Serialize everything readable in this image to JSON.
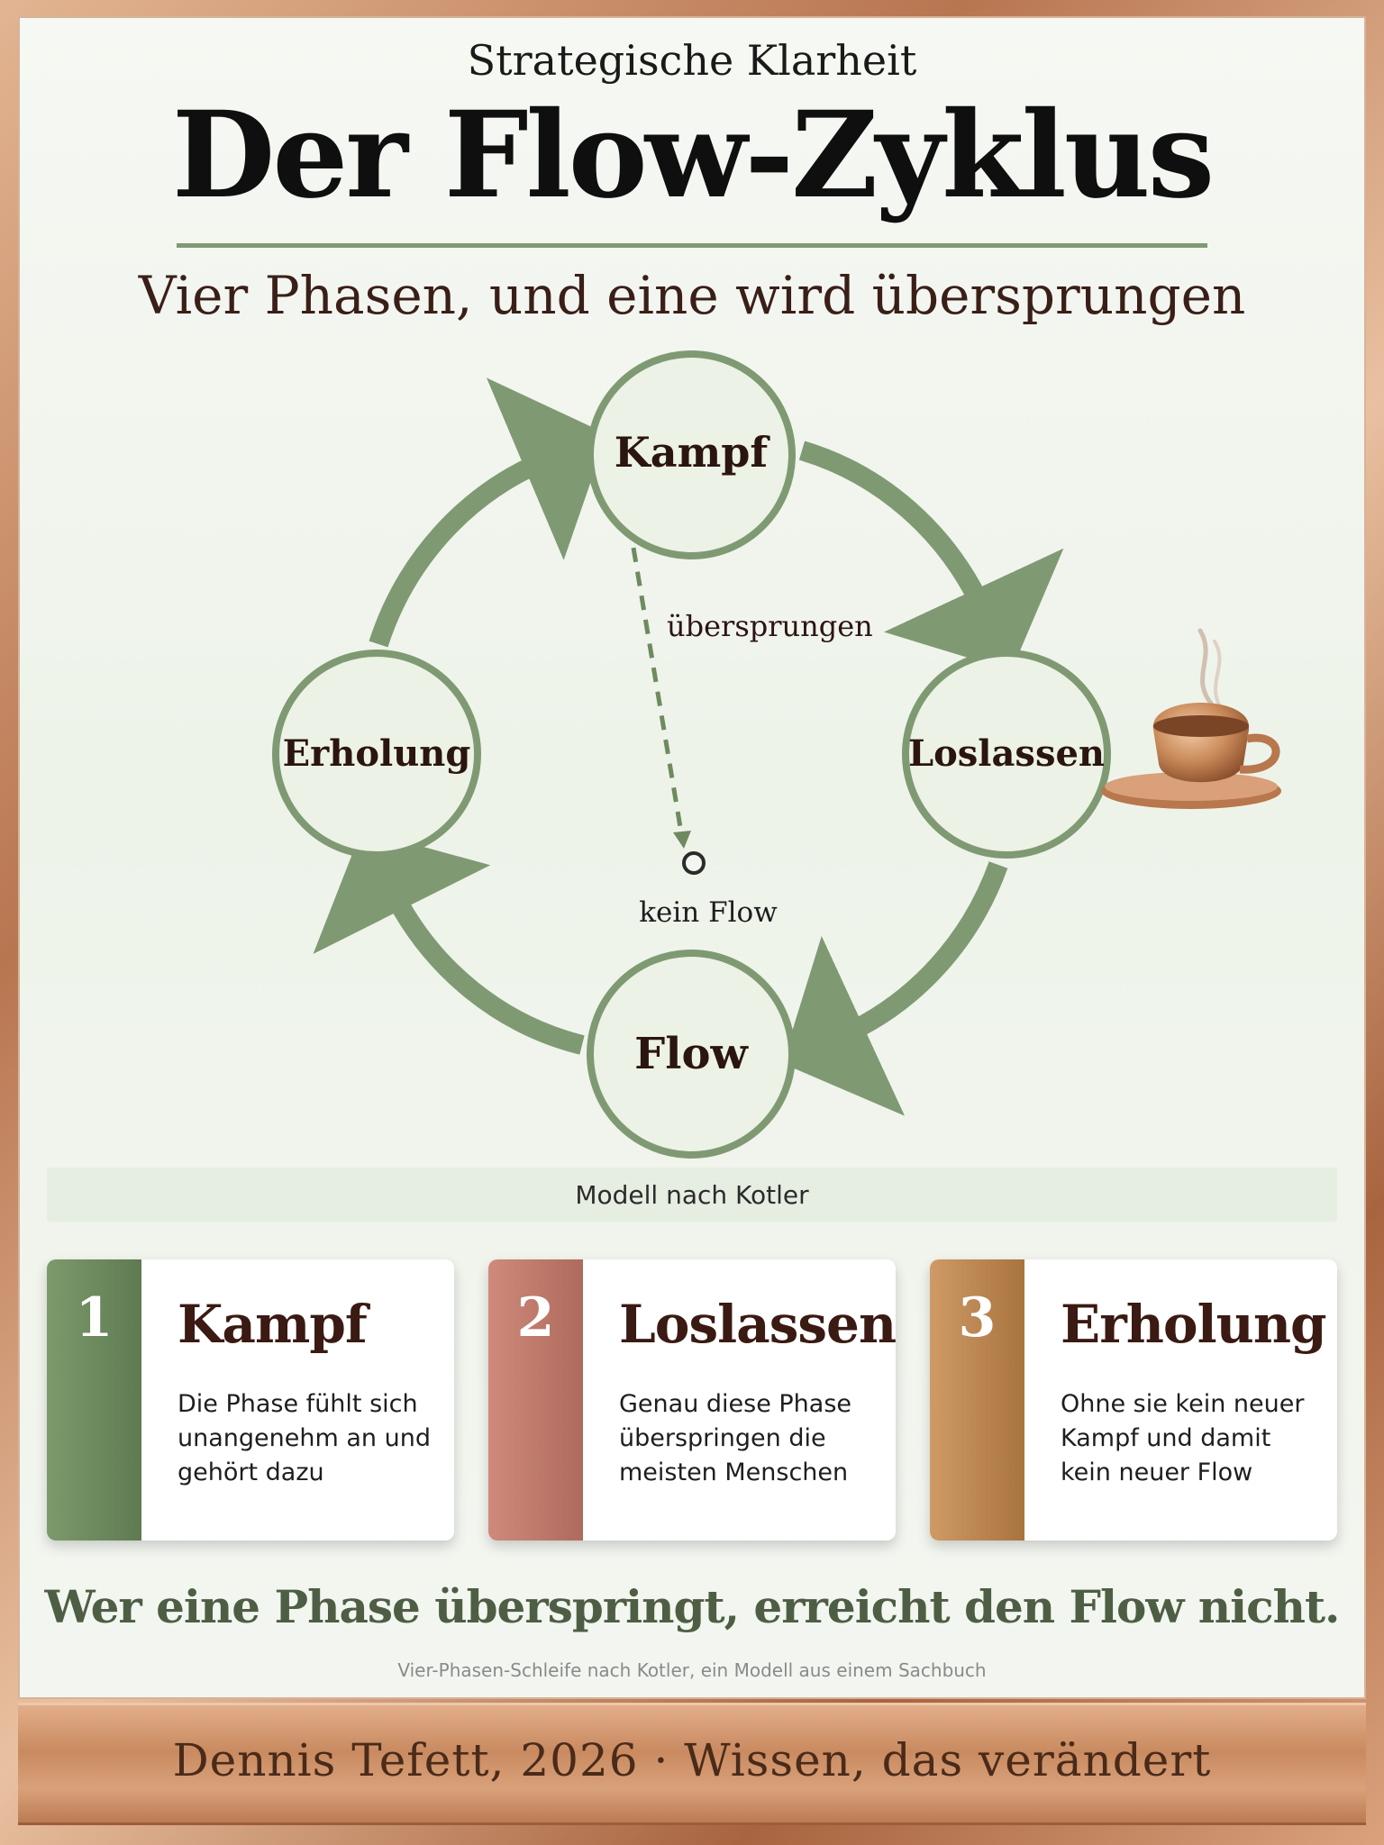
{
  "header": {
    "kicker": "Strategische Klarheit",
    "title": "Der Flow-Zyklus",
    "subtitle": "Vier Phasen, und eine wird übersprungen"
  },
  "diagram": {
    "nodes": [
      {
        "label": "Kampf"
      },
      {
        "label": "Loslassen"
      },
      {
        "label": "Flow"
      },
      {
        "label": "Erholung"
      }
    ],
    "skip_label": "übersprungen",
    "dead_end_label": "kein Flow",
    "caption": "Modell nach Kotler",
    "icon": "coffee-cup-icon",
    "colors": {
      "ring": "#7f9a73",
      "node_fill": "#ecf2e6",
      "text": "#2b1510"
    }
  },
  "cards": [
    {
      "number": "1",
      "title": "Kampf",
      "description": "Die Phase fühlt sich unangenehm an und gehört dazu",
      "color": "#6f8a60"
    },
    {
      "number": "2",
      "title": "Loslassen",
      "description": "Genau diese Phase überspringen die meisten Menschen",
      "color": "#c07a6c"
    },
    {
      "number": "3",
      "title": "Erholung",
      "description": "Ohne sie kein neuer Kampf und damit kein neuer Flow",
      "color": "#b98551"
    }
  ],
  "tagline": "Wer eine Phase überspringt, erreicht den Flow nicht.",
  "footnote": "Vier-Phasen-Schleife nach Kotler, ein Modell aus einem Sachbuch",
  "footer": "Dennis Tefett, 2026 · Wissen, das verändert"
}
